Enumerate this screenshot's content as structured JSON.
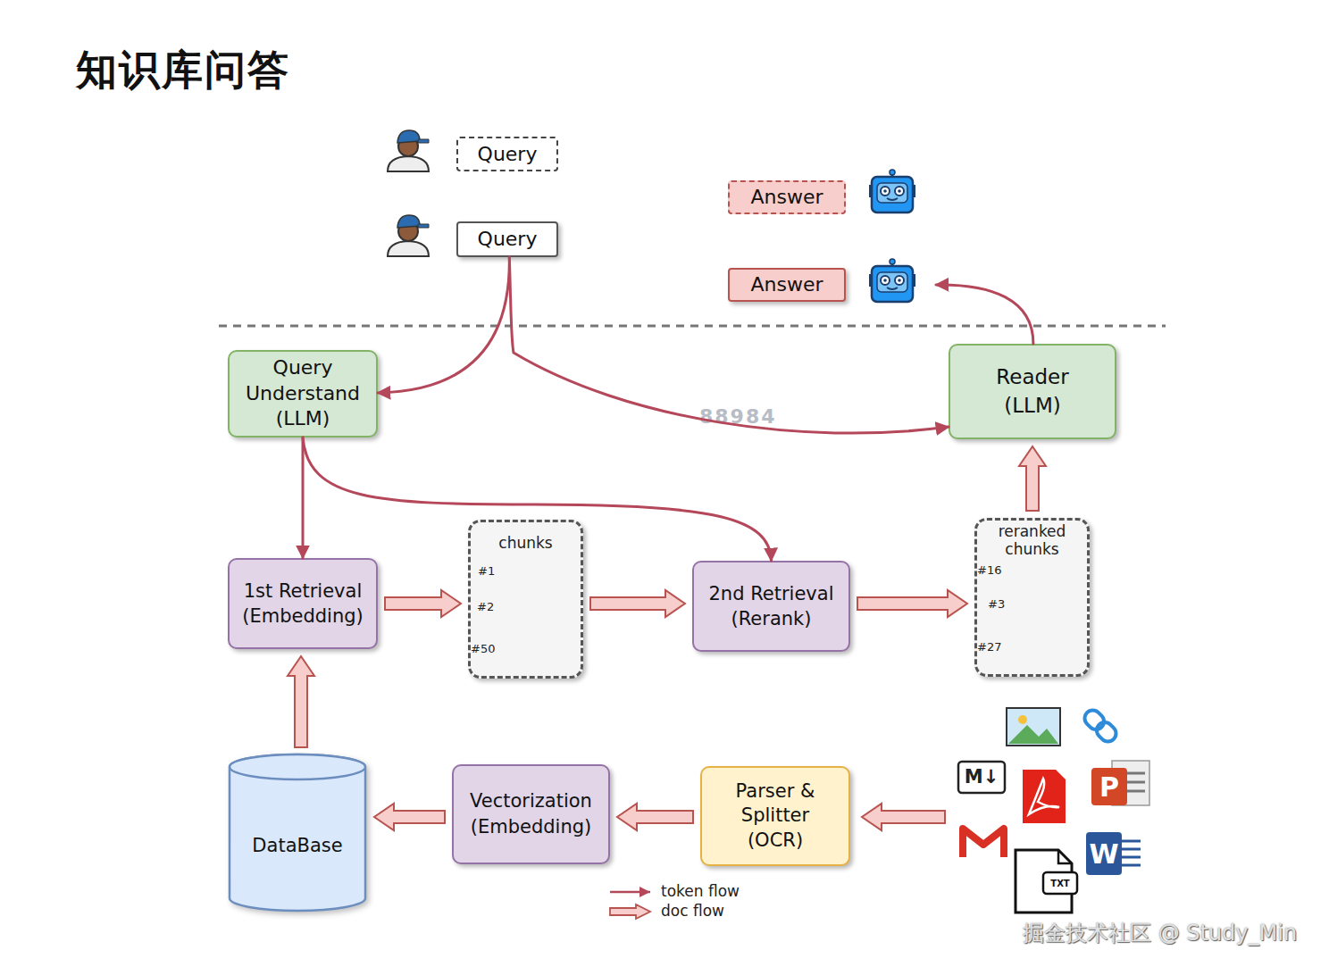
{
  "diagram": {
    "title": "知识库问答",
    "nodes": [
      {
        "text": [
          "Query"
        ]
      },
      {
        "text": [
          "Answer"
        ]
      },
      {
        "text": [
          "Query"
        ]
      },
      {
        "text": [
          "Answer"
        ]
      },
      {
        "text": [
          "Query Understand (LLM)"
        ]
      },
      {
        "text": [
          "Reader (LLM)"
        ]
      },
      {
        "text": [
          "1st Retrieval (Embedding)"
        ]
      },
      {
        "text": [
          "chunks",
          "#1",
          "#2",
          "#50"
        ]
      },
      {
        "text": [
          "2nd Retrieval (Rerank)"
        ]
      },
      {
        "text": [
          "reranked chunks",
          "#16",
          "#3",
          "#27"
        ]
      },
      {
        "text": [
          "DataBase"
        ]
      },
      {
        "text": [
          "Vectorization (Embedding)"
        ]
      },
      {
        "text": [
          "Parser & Splitter (OCR)"
        ]
      }
    ],
    "edges": [
      {
        "from": 2,
        "to": 4,
        "arrow": "to"
      },
      {
        "from": 2,
        "to": 5,
        "arrow": "to"
      },
      {
        "from": 5,
        "to": 3,
        "arrow": "to"
      },
      {
        "from": 4,
        "to": 6,
        "arrow": "to"
      },
      {
        "from": 4,
        "to": 8,
        "arrow": "to"
      },
      {
        "from": 6,
        "to": 7,
        "arrow": "to"
      },
      {
        "from": 7,
        "to": 8,
        "arrow": "to"
      },
      {
        "from": 8,
        "to": 9,
        "arrow": "to"
      },
      {
        "from": 9,
        "to": 5,
        "arrow": "to"
      },
      {
        "from": 10,
        "to": 6,
        "arrow": "to"
      },
      {
        "from": 11,
        "to": 10,
        "arrow": "to"
      },
      {
        "from": 12,
        "to": 11,
        "arrow": "to"
      }
    ],
    "labels": [
      "88984",
      "M↓",
      "P",
      "W",
      "TXT",
      "掘金技术社区 @ Study_Min"
    ],
    "legend": [
      {
        "text": "token flow"
      },
      {
        "text": "doc flow"
      }
    ]
  }
}
